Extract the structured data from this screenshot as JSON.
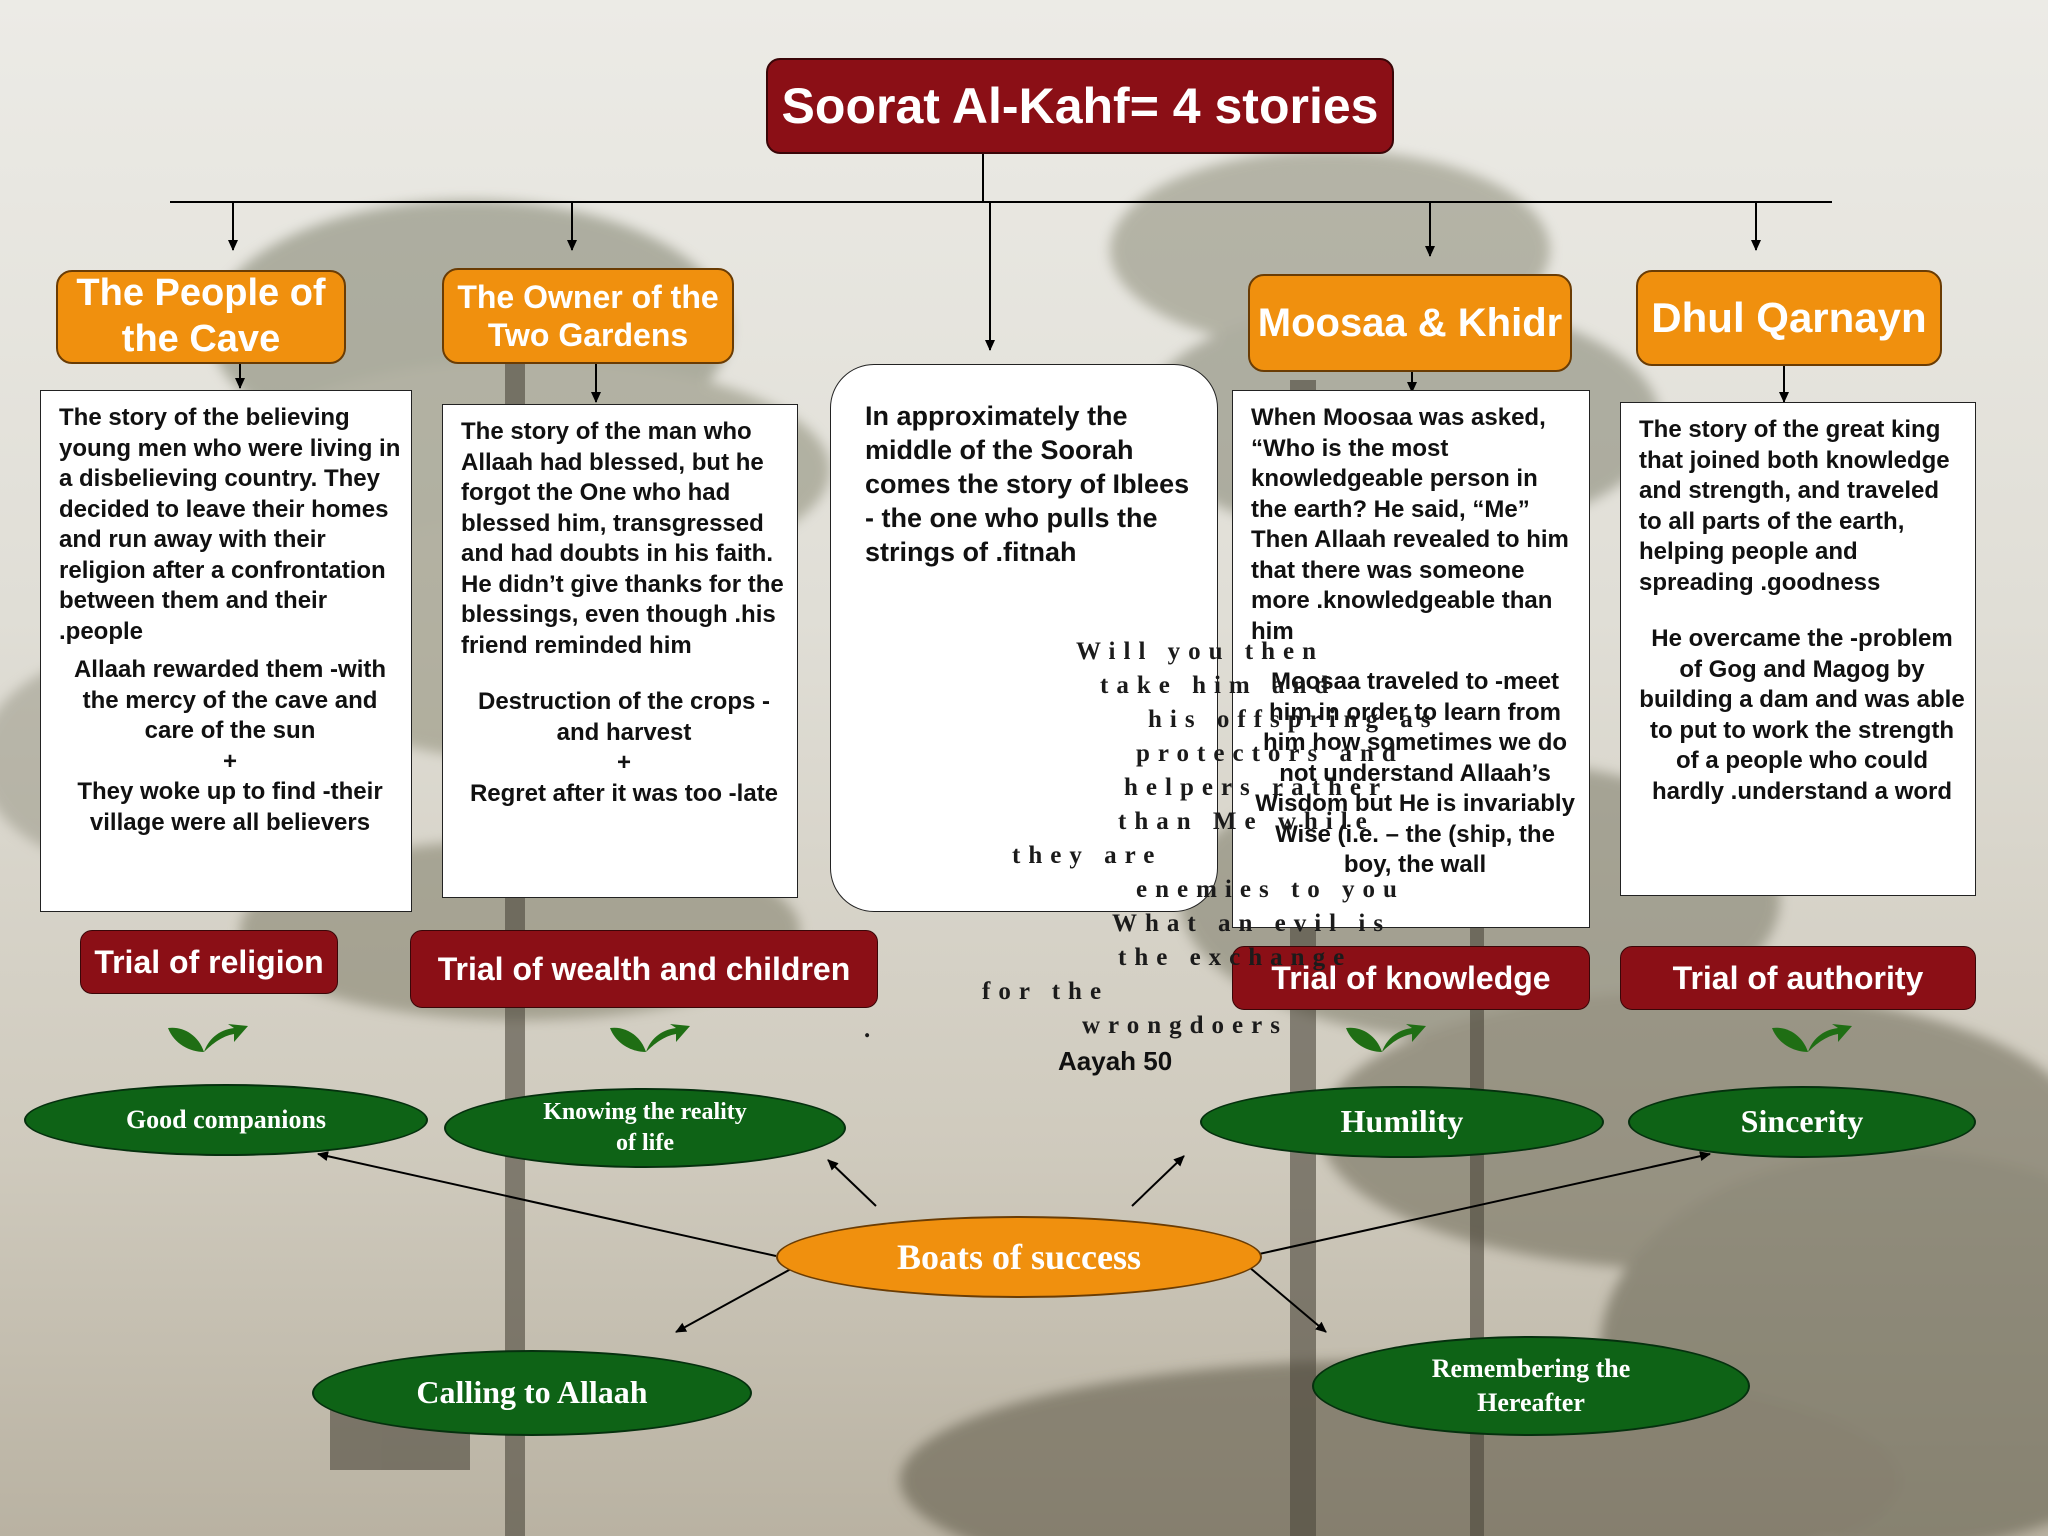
{
  "title": "Soorat Al-Kahf= 4 stories",
  "stories": [
    {
      "header": "The People of the Cave",
      "body": "The story of the believing young men who were living in a disbelieving country.  They decided to leave their homes and run away with their religion after a confrontation between them and their .people",
      "lessons": [
        "Allaah rewarded them -with the mercy of the cave and care of the sun",
        "+",
        "They woke up to find -their village were all believers"
      ],
      "trial": "Trial of religion",
      "virtue": "Good companions"
    },
    {
      "header": "The Owner of the Two Gardens",
      "body": "The story of the man who Allaah had blessed, but he forgot the One who had blessed  him, transgressed and had doubts in his faith.  He didn’t give thanks for the blessings, even though .his friend reminded him",
      "lessons": [
        "Destruction of the crops -and harvest",
        "+",
        "Regret after it was too -late"
      ],
      "trial": "Trial of wealth and children",
      "virtue": "Knowing the reality of life"
    },
    {
      "header": "Moosaa & Khidr",
      "body": "When Moosaa was asked, “Who is the most knowledgeable person in the earth? He said, “Me” Then Allaah revealed to him that there was someone more .knowledgeable than him",
      "lessons": [
        "Moosaa traveled to -meet him in order to learn from him how sometimes we do not understand  Allaah’s Wisdom but He is invariably Wise (i.e. – the (ship, the boy, the wall"
      ],
      "trial": "Trial of knowledge",
      "virtue": "Humility"
    },
    {
      "header": "Dhul Qarnayn",
      "body": "The story of the great king that joined both knowledge and strength, and traveled to all parts of the earth, helping people and spreading .goodness",
      "lessons": [
        "He overcame the -problem of Gog and Magog by building a dam and was able to put to work the strength of a people who could hardly .understand a word"
      ],
      "trial": "Trial of authority",
      "virtue": "Sincerity"
    }
  ],
  "center": {
    "body": "In approximately the middle of the Soorah comes the story of Iblees - the one who pulls the strings of .fitnah",
    "verse_lines": [
      "Will you then",
      "take him and",
      "his offspring as",
      "protectors and",
      "helpers rather",
      "than Me while",
      "they are",
      "enemies to you",
      "What an evil is",
      "the exchange",
      "for the",
      "wrongdoers",
      "."
    ],
    "reference": "Aayah 50"
  },
  "hub": "Boats of success",
  "extra_virtues": [
    "Calling to Allaah",
    "Remembering the Hereafter"
  ],
  "colors": {
    "title_bg": "#8b0f16",
    "header_bg": "#f0900e",
    "oval_bg": "#0e6316",
    "leaf": "#1f6e14"
  }
}
